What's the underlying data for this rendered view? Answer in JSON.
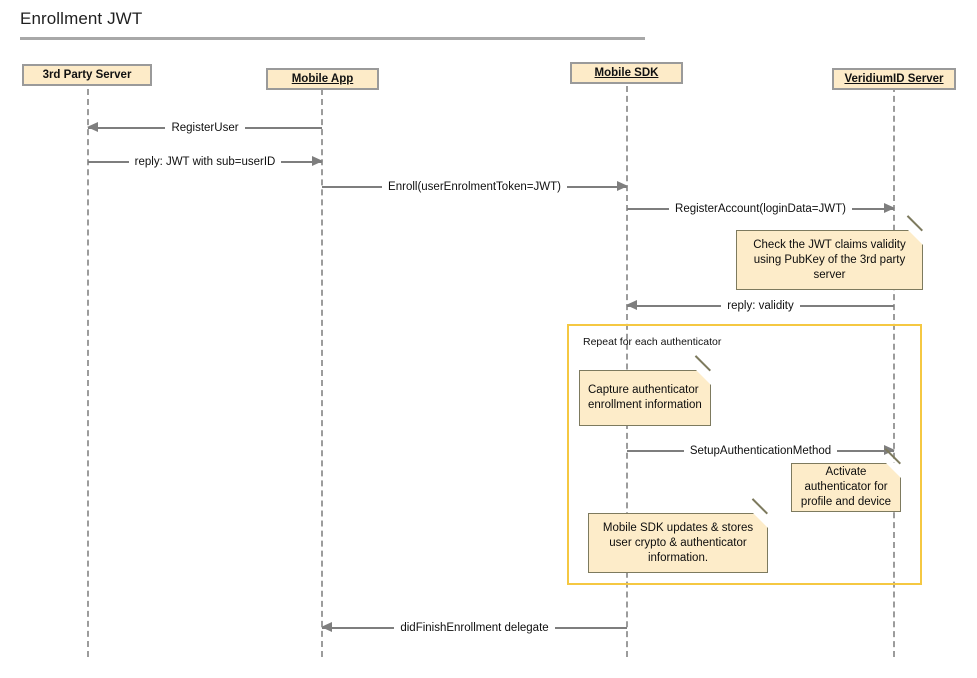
{
  "diagram": {
    "title": "Enrollment JWT",
    "type": "uml-sequence-diagram",
    "colors": {
      "participant_fill": "#FDEBC8",
      "participant_border": "#9A9A9A",
      "note_fill": "#FDECC9",
      "note_border": "#7D7A5E",
      "fragment_border": "#F5C842",
      "lifeline": "#9C9C9C",
      "message_line": "#7E7E7E",
      "title_rule": "#A8A8A8",
      "background": "#FFFFFF"
    }
  },
  "participants": [
    {
      "id": "third-party-server",
      "label": "3rd Party Server",
      "underlined": false
    },
    {
      "id": "mobile-app",
      "label": "Mobile App",
      "underlined": true
    },
    {
      "id": "mobile-sdk",
      "label": "Mobile SDK",
      "underlined": true
    },
    {
      "id": "veridiumid-server",
      "label": "VeridiumID Server",
      "underlined": true
    }
  ],
  "messages": [
    {
      "id": "register-user",
      "label": "RegisterUser",
      "from": "mobile-app",
      "to": "third-party-server",
      "direction": "left"
    },
    {
      "id": "reply-jwt",
      "label": "reply: JWT with sub=userID",
      "from": "third-party-server",
      "to": "mobile-app",
      "direction": "right"
    },
    {
      "id": "enroll",
      "label": "Enroll(userEnrolmentToken=JWT)",
      "from": "mobile-app",
      "to": "mobile-sdk",
      "direction": "right"
    },
    {
      "id": "register-account",
      "label": "RegisterAccount(loginData=JWT)",
      "from": "mobile-sdk",
      "to": "veridiumid-server",
      "direction": "right"
    },
    {
      "id": "reply-validity",
      "label": "reply: validity",
      "from": "veridiumid-server",
      "to": "mobile-sdk",
      "direction": "left"
    },
    {
      "id": "setup-auth-method",
      "label": "SetupAuthenticationMethod",
      "from": "mobile-sdk",
      "to": "veridiumid-server",
      "direction": "right"
    },
    {
      "id": "did-finish-enrollment",
      "label": "didFinishEnrollment delegate",
      "from": "mobile-sdk",
      "to": "mobile-app",
      "direction": "left"
    }
  ],
  "notes": [
    {
      "id": "note-check-jwt",
      "text": "Check the JWT claims validity using PubKey of the 3rd party server",
      "align": "center"
    },
    {
      "id": "note-capture",
      "text": "Capture authenticator enrollment information",
      "align": "left"
    },
    {
      "id": "note-activate",
      "text": "Activate authenticator for profile and device",
      "align": "center"
    },
    {
      "id": "note-sdk-updates",
      "text": "Mobile SDK updates & stores user crypto & authenticator information.",
      "align": "center"
    }
  ],
  "fragments": [
    {
      "id": "fragment-repeat",
      "label": "Repeat for each authenticator"
    }
  ]
}
